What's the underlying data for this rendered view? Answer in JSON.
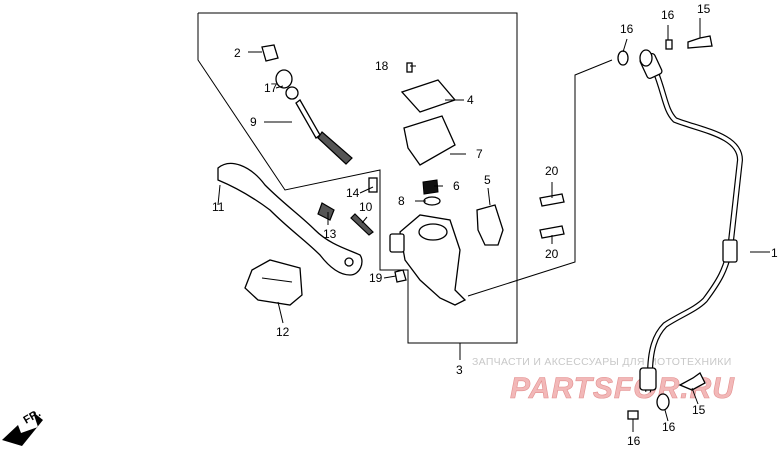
{
  "watermark": {
    "top_text": "ЗАПЧАСТИ И АКСЕССУАРЫ ДЛЯ МОТОТЕХНИКИ",
    "logo_text": "PARTSFOR.RU"
  },
  "direction_marker": {
    "label": "FR."
  },
  "callouts": {
    "c1": "1",
    "c2": "2",
    "c3": "3",
    "c4": "4",
    "c5": "5",
    "c6": "6",
    "c7": "7",
    "c8": "8",
    "c9": "9",
    "c10": "10",
    "c11": "11",
    "c12": "12",
    "c13": "13",
    "c14": "14",
    "c15a": "15",
    "c15b": "15",
    "c16a": "16",
    "c16b": "16",
    "c16c": "16",
    "c16d": "16",
    "c17": "17",
    "c18": "18",
    "c19": "19",
    "c20a": "20",
    "c20b": "20"
  }
}
